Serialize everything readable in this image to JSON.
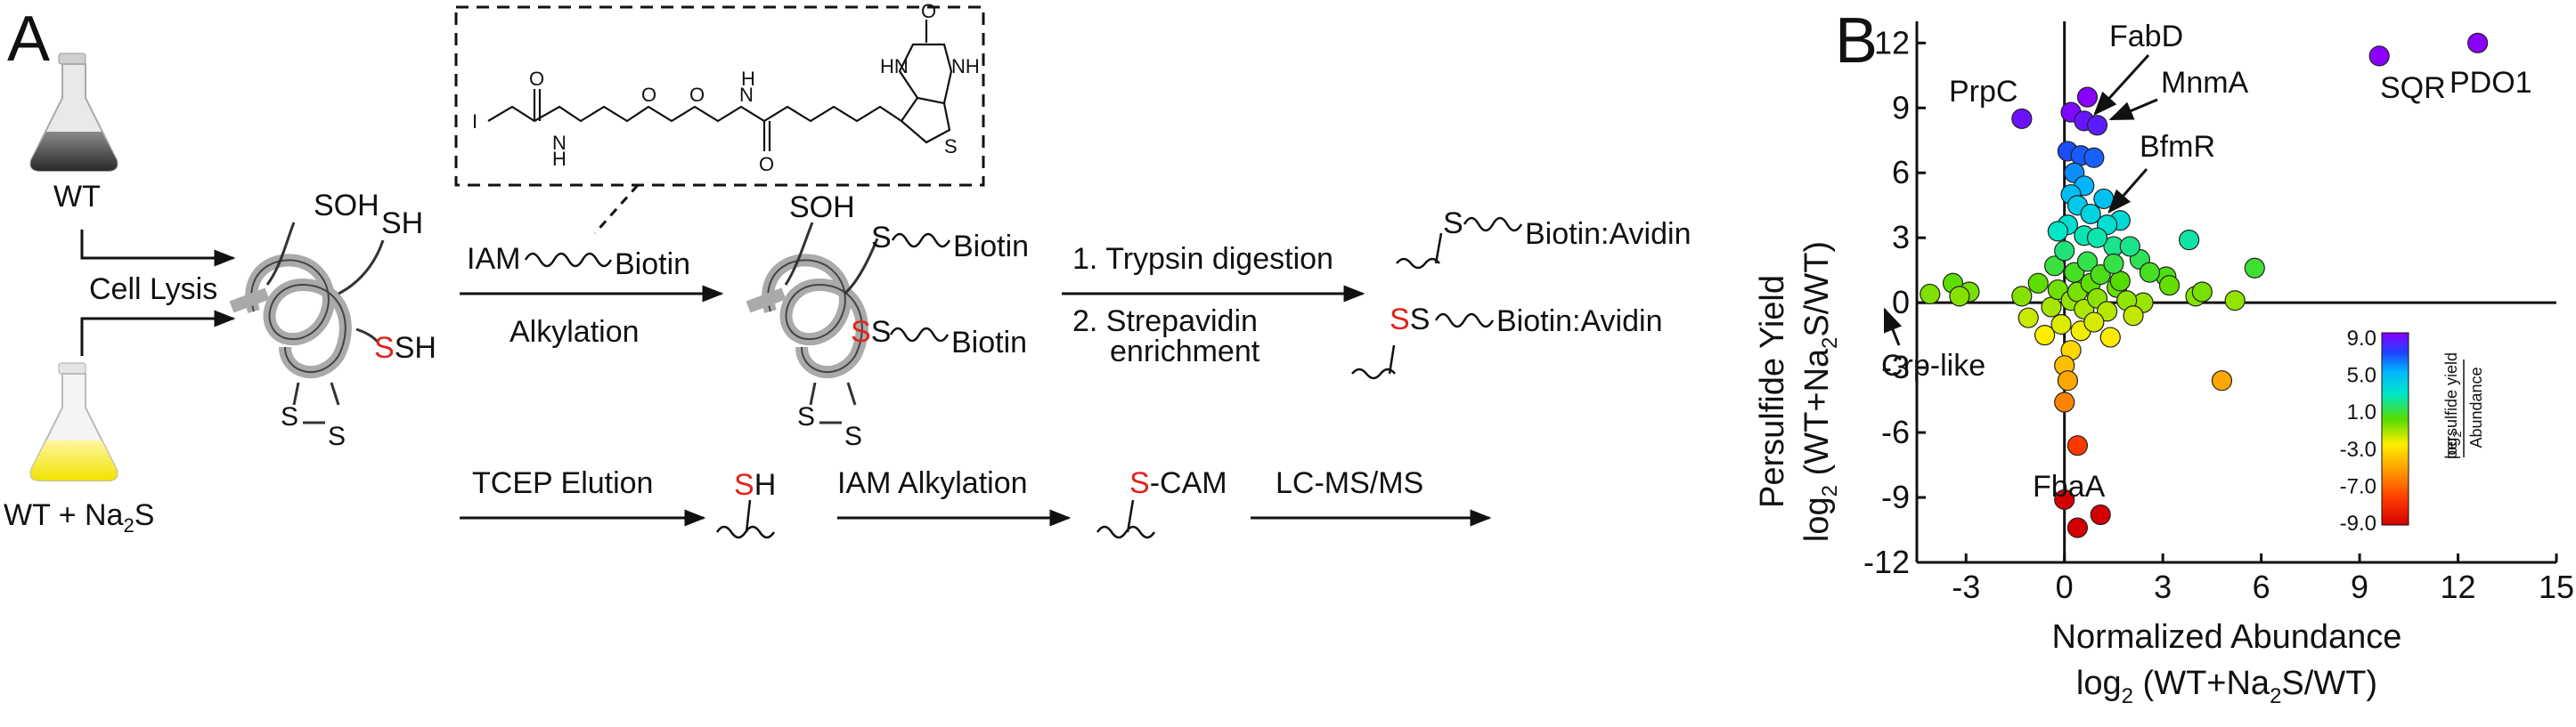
{
  "panel_a": {
    "letter": "A",
    "strain_wt": "WT",
    "strain_na2s_prefix": "WT + Na",
    "strain_na2s_sub": "2",
    "strain_na2s_suffix": "S",
    "cell_lysis": "Cell Lysis",
    "protein_thiols": {
      "soh": "SOH",
      "sh": "SH",
      "ssh_s": "S",
      "ssh_rest": "SH",
      "ss_left": "S",
      "ss_right": "S"
    },
    "iam_label": "IAM",
    "biotin_label": "Biotin",
    "alkylation": "Alkylation",
    "labeled_protein": {
      "soh": "SOH",
      "s1": "S",
      "biotin1": "Biotin",
      "s_red": "S",
      "s2": "S",
      "biotin2": "Biotin",
      "ss_left": "S",
      "ss_right": "S"
    },
    "step1": "1. Trypsin digestion",
    "step2_line1": "2. Strepavidin",
    "step2_line2": "enrichment",
    "peptide1": {
      "s": "S",
      "tag": "Biotin:Avidin"
    },
    "peptide2": {
      "s_red": "S",
      "s": "S",
      "tag": "Biotin:Avidin"
    },
    "tcep_elution": "TCEP Elution",
    "freed_thiol": {
      "s_red": "S",
      "h": "H"
    },
    "iam_alkylation": "IAM Alkylation",
    "cam_product": {
      "s_red": "S",
      "rest": "-CAM"
    },
    "lcms": "LC-MS/MS",
    "structure_atoms": {
      "iodine": "I",
      "o1": "O",
      "n1": "N",
      "h1": "H",
      "o2": "O",
      "o3": "O",
      "n2": "N",
      "h2": "H",
      "o4": "O",
      "s": "S",
      "o5": "O",
      "hn": "HN",
      "nh": "NH"
    }
  },
  "panel_b": {
    "letter": "B",
    "colorbar": {
      "ticks": [
        "9.0",
        "5.0",
        "1.0",
        "-3.0",
        "-7.0",
        "-9.0"
      ],
      "label_prefix": "log",
      "label_sub": "2",
      "label_num": "persulfide yield",
      "label_den": "Abundance"
    },
    "annotations": {
      "prpc": "PrpC",
      "fabd": "FabD",
      "mnma": "MnmA",
      "bfmr": "BfmR",
      "sqr": "SQR",
      "pdo1": "PDO1",
      "crp": "Crp-like",
      "fbaa": "FbaA"
    }
  },
  "chart_data": {
    "type": "scatter",
    "title": "",
    "xlabel_line1": "Normalized Abundance",
    "xlabel_line2_prefix": "log",
    "xlabel_line2_sub": "2",
    "xlabel_line2_rest": " (WT+Na",
    "xlabel_line2_sub2": "2",
    "xlabel_line2_end": "S/WT)",
    "ylabel_line1": "Persulfide Yield",
    "ylabel_line2_prefix": "log",
    "ylabel_line2_sub": "2",
    "ylabel_line2_rest": " (WT+Na",
    "ylabel_line2_sub2": "2",
    "ylabel_line2_end": "S/WT)",
    "xlim": [
      -4.5,
      15
    ],
    "ylim": [
      -12,
      13
    ],
    "xticks": [
      -3,
      0,
      3,
      6,
      9,
      12,
      15
    ],
    "yticks": [
      12,
      9,
      6,
      3,
      0,
      -3,
      -6,
      -9,
      -12
    ],
    "xtick_labels": [
      "-3",
      "0",
      "3",
      "6",
      "9",
      "12",
      "15"
    ],
    "ytick_labels": [
      "12",
      "9",
      "6",
      "3",
      "0",
      "-3",
      "-6",
      "-9",
      "-12"
    ],
    "color_scale": {
      "min": -9,
      "max": 9,
      "colormap": "rainbow (red low, violet high)"
    },
    "points": [
      {
        "x": 12.6,
        "y": 12.0
      },
      {
        "x": 9.6,
        "y": 11.4
      },
      {
        "x": -1.3,
        "y": 8.5
      },
      {
        "x": 0.7,
        "y": 9.5
      },
      {
        "x": 0.2,
        "y": 8.8
      },
      {
        "x": 0.6,
        "y": 8.4
      },
      {
        "x": 1.0,
        "y": 8.2
      },
      {
        "x": 0.1,
        "y": 7.0
      },
      {
        "x": 0.5,
        "y": 6.8
      },
      {
        "x": 0.9,
        "y": 6.7
      },
      {
        "x": 0.3,
        "y": 6.0
      },
      {
        "x": 0.6,
        "y": 5.4
      },
      {
        "x": 1.2,
        "y": 4.8
      },
      {
        "x": 0.2,
        "y": 5.0
      },
      {
        "x": 0.4,
        "y": 4.5
      },
      {
        "x": 0.8,
        "y": 4.1
      },
      {
        "x": 1.7,
        "y": 3.8
      },
      {
        "x": 1.3,
        "y": 3.6
      },
      {
        "x": 0.1,
        "y": 3.6
      },
      {
        "x": 3.8,
        "y": 2.9
      },
      {
        "x": 5.8,
        "y": 1.6
      },
      {
        "x": 2.3,
        "y": 2.0
      },
      {
        "x": 1.5,
        "y": 2.6
      },
      {
        "x": 2.0,
        "y": 2.6
      },
      {
        "x": 3.1,
        "y": 1.2
      },
      {
        "x": 2.6,
        "y": 1.4
      },
      {
        "x": 3.2,
        "y": 0.8
      },
      {
        "x": 4.0,
        "y": 0.3
      },
      {
        "x": 4.2,
        "y": 0.5
      },
      {
        "x": 5.2,
        "y": 0.1
      },
      {
        "x": 2.4,
        "y": 0.0
      },
      {
        "x": -3.4,
        "y": 0.9
      },
      {
        "x": -2.9,
        "y": 0.5
      },
      {
        "x": -3.2,
        "y": 0.3
      },
      {
        "x": -4.1,
        "y": 0.4
      },
      {
        "x": -1.3,
        "y": 0.3
      },
      {
        "x": -1.1,
        "y": -0.7
      },
      {
        "x": -0.6,
        "y": -1.5
      },
      {
        "x": -0.3,
        "y": 1.7
      },
      {
        "x": -0.4,
        "y": -0.2
      },
      {
        "x": -0.2,
        "y": 0.6
      },
      {
        "x": 0.2,
        "y": 0.1
      },
      {
        "x": 0.4,
        "y": 0.5
      },
      {
        "x": 0.6,
        "y": -0.3
      },
      {
        "x": 0.8,
        "y": 0.9
      },
      {
        "x": 1.0,
        "y": 0.2
      },
      {
        "x": 1.3,
        "y": -0.4
      },
      {
        "x": 1.6,
        "y": 0.7
      },
      {
        "x": 1.9,
        "y": 0.1
      },
      {
        "x": 0.3,
        "y": 1.4
      },
      {
        "x": 0.7,
        "y": 1.9
      },
      {
        "x": 1.1,
        "y": 1.3
      },
      {
        "x": 0.0,
        "y": 2.4
      },
      {
        "x": -0.1,
        "y": -1.0
      },
      {
        "x": 0.5,
        "y": -1.3
      },
      {
        "x": 0.9,
        "y": -0.9
      },
      {
        "x": 1.4,
        "y": -1.6
      },
      {
        "x": 0.2,
        "y": -2.2
      },
      {
        "x": 0.0,
        "y": -2.9
      },
      {
        "x": 0.1,
        "y": -3.6
      },
      {
        "x": 0.0,
        "y": -4.6
      },
      {
        "x": 0.4,
        "y": -6.6
      },
      {
        "x": 4.8,
        "y": -3.6
      },
      {
        "x": 0.0,
        "y": -9.1
      },
      {
        "x": 1.1,
        "y": -9.8
      },
      {
        "x": 0.4,
        "y": -10.4
      },
      {
        "x": 1.7,
        "y": 1.0
      },
      {
        "x": 2.1,
        "y": -0.6
      },
      {
        "x": -0.8,
        "y": 0.9
      },
      {
        "x": 0.6,
        "y": 3.1
      },
      {
        "x": 1.0,
        "y": 3.0
      },
      {
        "x": -0.2,
        "y": 3.3
      },
      {
        "x": 1.5,
        "y": 1.8
      }
    ]
  }
}
